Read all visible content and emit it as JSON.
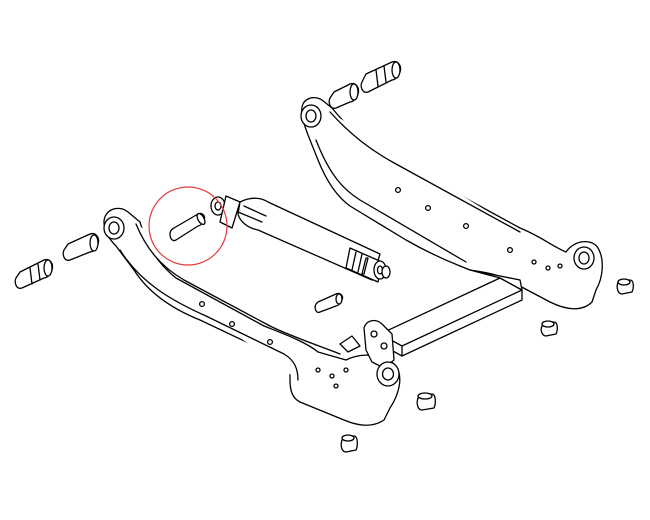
{
  "diagram": {
    "kind": "exploded-assembly-line-drawing",
    "text_labels": [],
    "highlight": {
      "target": "small-pin",
      "shape": "circle",
      "color": "#e03c3c"
    },
    "line_color": "#000000",
    "fill_color": "#ffffff"
  }
}
